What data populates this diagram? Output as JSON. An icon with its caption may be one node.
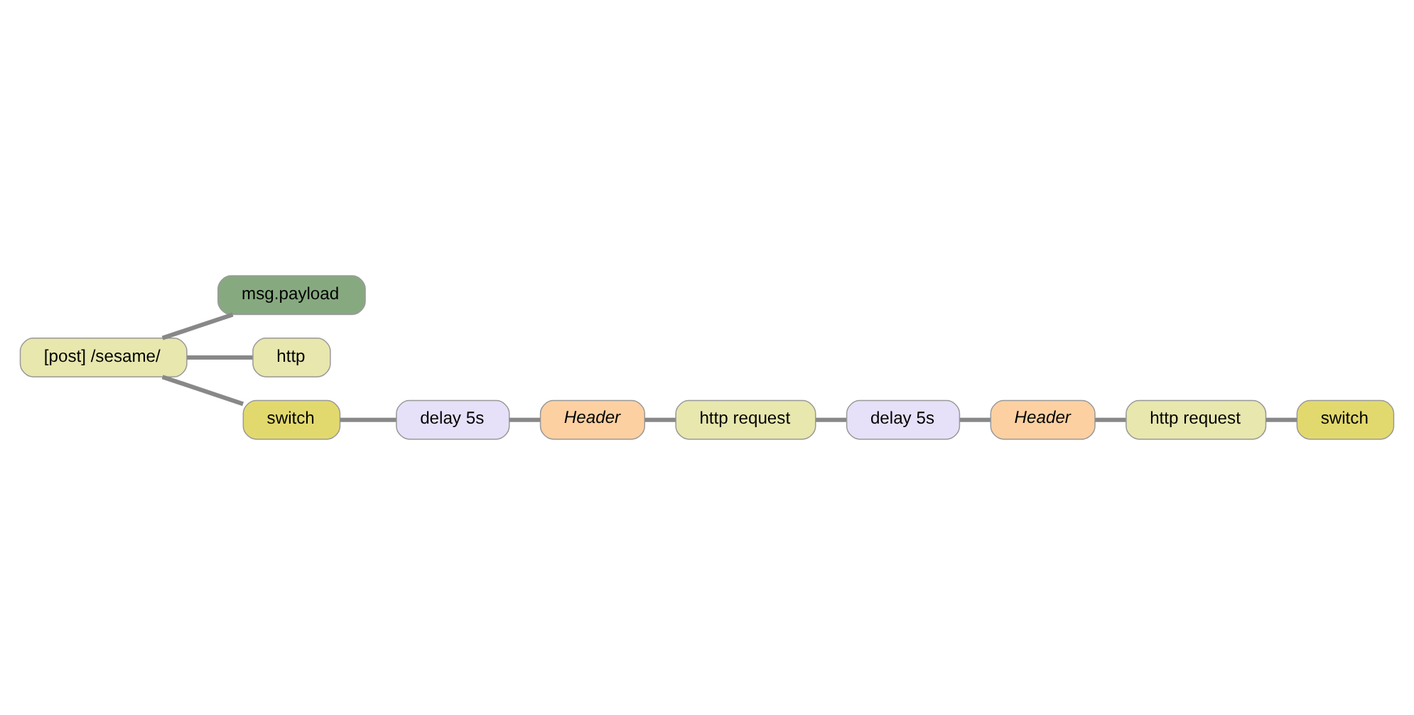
{
  "diagram": {
    "nodes": [
      {
        "text": [
          "msg.payload"
        ]
      },
      {
        "text": [
          "[post] /sesame/"
        ]
      },
      {
        "text": [
          "http"
        ]
      },
      {
        "text": [
          "switch"
        ]
      },
      {
        "text": [
          "delay 5s"
        ]
      },
      {
        "text": [
          "Header"
        ]
      },
      {
        "text": [
          "http request"
        ]
      },
      {
        "text": [
          "delay 5s"
        ]
      },
      {
        "text": [
          "Header"
        ]
      },
      {
        "text": [
          "http request"
        ]
      },
      {
        "text": [
          "switch"
        ]
      }
    ],
    "edges": [
      {
        "from": 1,
        "to": 0,
        "arrow": "none"
      },
      {
        "from": 1,
        "to": 2,
        "arrow": "none"
      },
      {
        "from": 1,
        "to": 3,
        "arrow": "none"
      },
      {
        "from": 3,
        "to": 4,
        "arrow": "none"
      },
      {
        "from": 4,
        "to": 5,
        "arrow": "none"
      },
      {
        "from": 5,
        "to": 6,
        "arrow": "none"
      },
      {
        "from": 6,
        "to": 7,
        "arrow": "none"
      },
      {
        "from": 7,
        "to": 8,
        "arrow": "none"
      },
      {
        "from": 8,
        "to": 9,
        "arrow": "none"
      },
      {
        "from": 9,
        "to": 10,
        "arrow": "none"
      }
    ]
  }
}
